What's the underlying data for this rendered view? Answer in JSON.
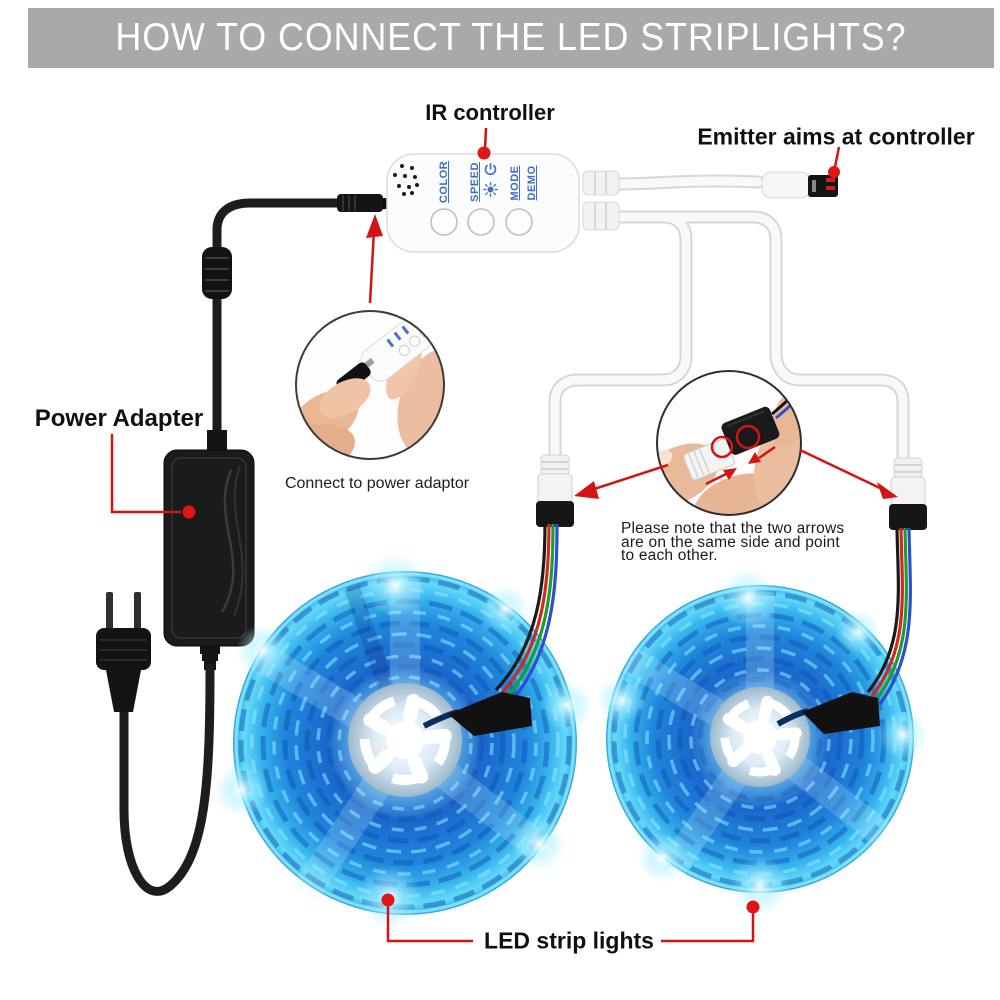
{
  "banner": {
    "title": "HOW TO CONNECT THE LED STRIPLIGHTS?",
    "bg": "#a9a9a9",
    "fg": "#ffffff"
  },
  "callouts": {
    "ir_controller": "IR controller",
    "emitter": "Emitter aims at controller",
    "power_adapter": "Power Adapter",
    "led_strips": "LED strip lights"
  },
  "insets": {
    "connect_caption": "Connect to power adaptor",
    "arrows_note": [
      "Please note that the two arrows",
      "are on the same side and point",
      "to each other."
    ]
  },
  "controller": {
    "button1": "COLOR",
    "button2": "SPEED",
    "button3a": "MODE",
    "button3b": "DEMO",
    "icon_names": [
      "power-icon",
      "sun-icon"
    ],
    "label_color": "#3f6ec9"
  },
  "colors": {
    "accent_red": "#d41414",
    "banner_bg": "#a9a9a9",
    "strip_blue": "#1b66cc",
    "strip_cyan": "#3fc0f0"
  }
}
